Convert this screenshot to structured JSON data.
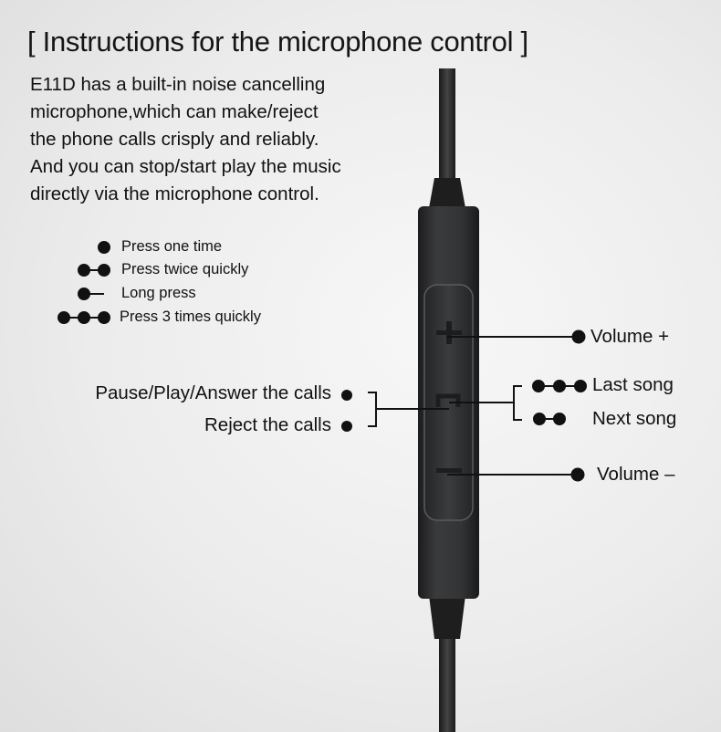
{
  "title": "[ Instructions for the microphone control ]",
  "description_lines": [
    "E11D has a built-in noise cancelling",
    "microphone,which can make/reject",
    "the phone calls crisply and reliably.",
    "And you can stop/start play the music",
    "directly via the microphone control."
  ],
  "legend": [
    {
      "symbol": "single-dot",
      "label": "Press one time"
    },
    {
      "symbol": "double-dot",
      "label": "Press twice quickly"
    },
    {
      "symbol": "dot-dash",
      "label": "Long press"
    },
    {
      "symbol": "triple-dot",
      "label": "Press 3 times quickly"
    }
  ],
  "controls": {
    "volume_up": "Volume +",
    "last_song": "Last song",
    "next_song": "Next song",
    "volume_down": "Volume –",
    "pause_play": "Pause/Play/Answer the calls",
    "reject": "Reject the calls"
  },
  "colors": {
    "background": "#ececec",
    "remote_body": "#2e2f31",
    "ink": "#111111"
  }
}
